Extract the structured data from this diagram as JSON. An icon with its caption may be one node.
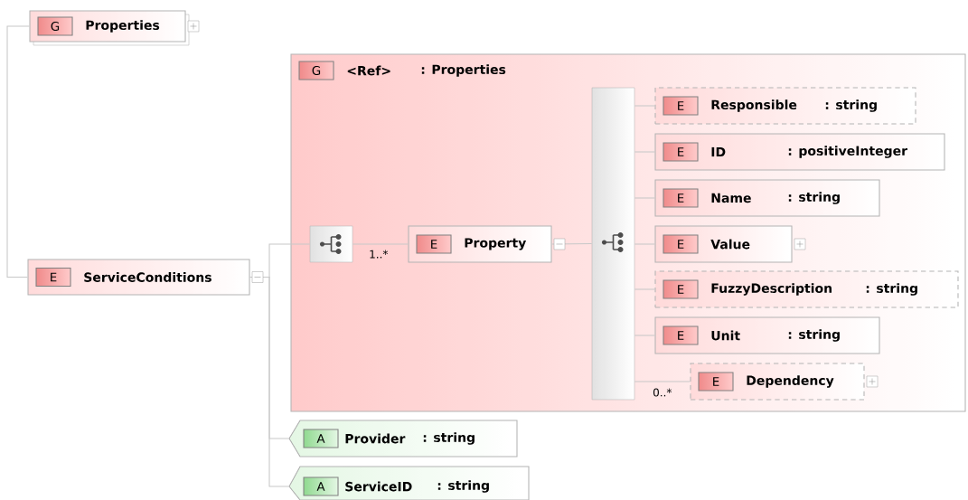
{
  "diagram": {
    "nodes": [
      {
        "text": [
          "G",
          "Properties"
        ]
      },
      {
        "text": [
          "E",
          "ServiceConditions"
        ]
      },
      {
        "text": [
          "G",
          "<Ref>",
          ": Properties"
        ]
      },
      {
        "text": [],
        "shape": "box",
        "in": 2
      },
      {
        "text": [
          "E",
          "Property"
        ],
        "in": 2
      },
      {
        "text": [],
        "shape": "bar",
        "in": 2
      },
      {
        "text": [
          "E",
          "Responsible",
          ": string"
        ],
        "in": 2
      },
      {
        "text": [
          "E",
          "ID",
          ": positiveInteger"
        ],
        "in": 2
      },
      {
        "text": [
          "E",
          "Name",
          ": string"
        ],
        "in": 2
      },
      {
        "text": [
          "E",
          "Value"
        ],
        "in": 2
      },
      {
        "text": [
          "E",
          "FuzzyDescription",
          ": string"
        ],
        "in": 2
      },
      {
        "text": [
          "E",
          "Unit",
          ": string"
        ],
        "in": 2
      },
      {
        "text": [
          "E",
          "Dependency"
        ],
        "in": 2
      },
      {
        "text": [
          "A",
          "Provider",
          ": string"
        ]
      },
      {
        "text": [
          "A",
          "ServiceID",
          ": string"
        ]
      }
    ],
    "edges": [
      {
        "from": 0,
        "to": 1,
        "arrow": "none"
      },
      {
        "from": 1,
        "to": 3,
        "arrow": "none"
      },
      {
        "from": 3,
        "to": 4,
        "arrow": "none",
        "label": "1..*"
      },
      {
        "from": 4,
        "to": 5,
        "arrow": "none"
      },
      {
        "from": 5,
        "to": 6,
        "arrow": "none"
      },
      {
        "from": 5,
        "to": 7,
        "arrow": "none"
      },
      {
        "from": 5,
        "to": 8,
        "arrow": "none"
      },
      {
        "from": 5,
        "to": 9,
        "arrow": "none"
      },
      {
        "from": 5,
        "to": 10,
        "arrow": "none"
      },
      {
        "from": 5,
        "to": 11,
        "arrow": "none"
      },
      {
        "from": 5,
        "to": 12,
        "arrow": "none",
        "label": "0..*"
      },
      {
        "from": 1,
        "to": 13,
        "arrow": "none"
      },
      {
        "from": 1,
        "to": 14,
        "arrow": "none"
      }
    ]
  }
}
